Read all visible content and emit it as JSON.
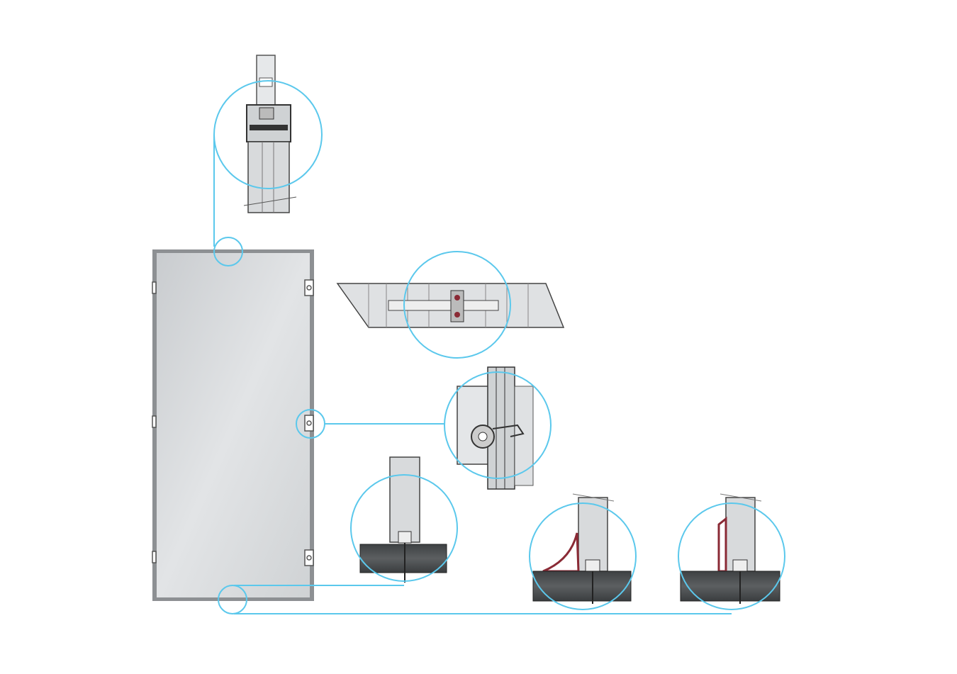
{
  "diagram": {
    "type": "technical-door-details",
    "colors": {
      "callout": "#5bc8ec",
      "panel": "#d3d6d8",
      "frame": "#7a7d80",
      "floor": "#4b4e50",
      "seal": "#8a2a35"
    },
    "details": [
      {
        "name": "top-frame-profile"
      },
      {
        "name": "panel-joint-section"
      },
      {
        "name": "hinge-lock-detail"
      },
      {
        "name": "bottom-fixing-plain"
      },
      {
        "name": "bottom-fixing-angled-seal"
      },
      {
        "name": "bottom-fixing-vertical-seal"
      }
    ]
  }
}
